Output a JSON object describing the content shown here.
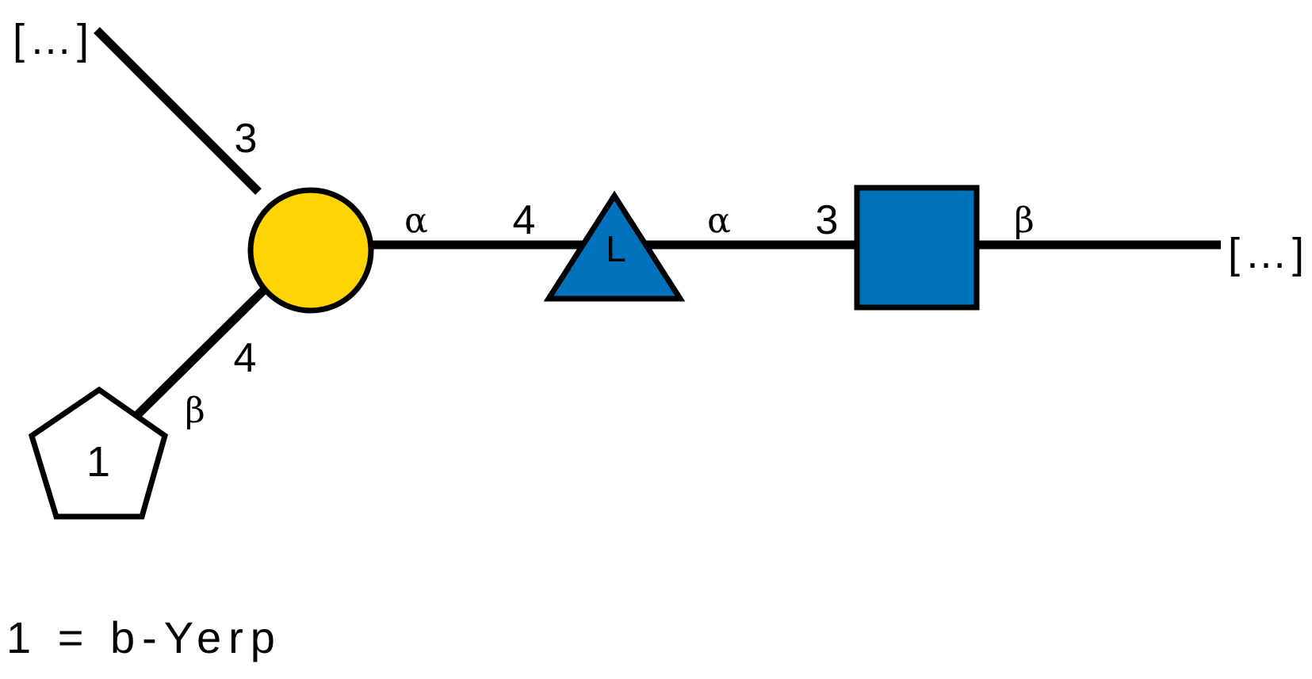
{
  "glycan": {
    "residues": {
      "galactose": {
        "shape": "circle",
        "fill": "#FFD400"
      },
      "fucose": {
        "shape": "triangle",
        "fill": "#0072BC",
        "label": "L"
      },
      "hexnac": {
        "shape": "square",
        "fill": "#0072BC"
      },
      "substituent": {
        "shape": "pentagon",
        "fill": "#FFFFFF",
        "label": "1"
      }
    },
    "linkages": {
      "top_branch": {
        "position": "3"
      },
      "gal_to_fuc": {
        "anomer": "α",
        "position": "4"
      },
      "fuc_to_square": {
        "anomer": "α",
        "position": "3"
      },
      "square_to_root": {
        "anomer": "β"
      },
      "pentagon_to_gal": {
        "anomer": "β",
        "position": "4"
      }
    },
    "continuation_left": "[…]",
    "continuation_right": "[…]"
  },
  "legend": {
    "text": "1 = b-Yerp"
  },
  "colors": {
    "line": "#000000",
    "galactose_yellow": "#FFD400",
    "blue": "#0072BC"
  }
}
